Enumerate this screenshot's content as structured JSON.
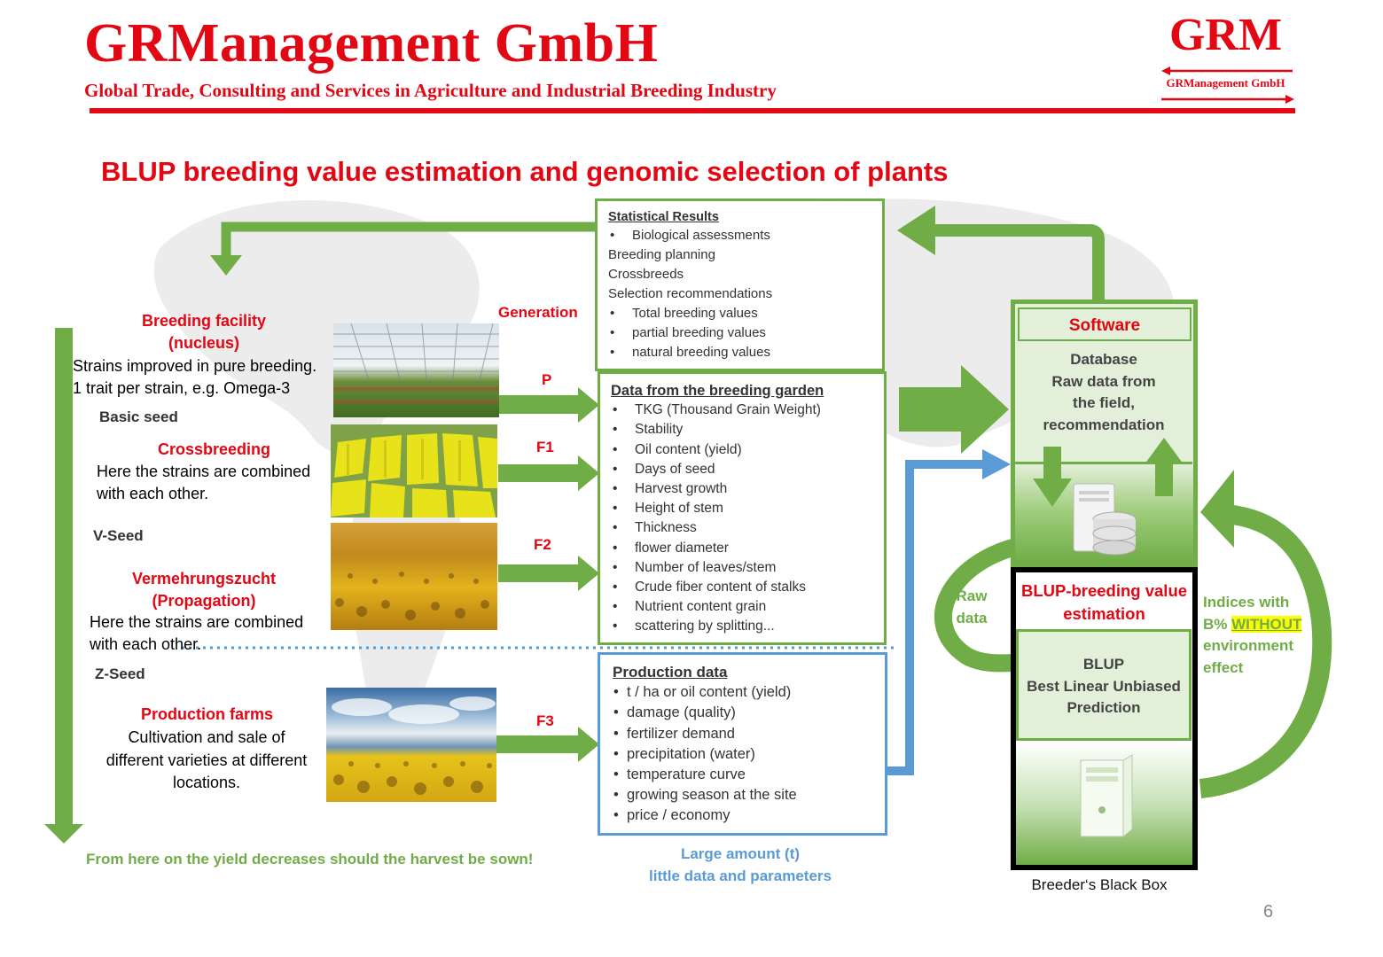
{
  "header": {
    "company": "GRManagement GmbH",
    "tagline": "Global Trade, Consulting and Services in Agriculture and Industrial Breeding Industry",
    "logo_text": "GRM",
    "logo_sub": "GRManagement GmbH"
  },
  "title": "BLUP breeding value estimation and genomic selection of plants",
  "left": {
    "breeding_facility": [
      "Breeding facility",
      "(nucleus)"
    ],
    "strains_pure": [
      "Strains improved in pure breeding.",
      "1 trait per strain, e.g. Omega-3"
    ],
    "basic_seed": "Basic seed",
    "crossbreeding": "Crossbreeding",
    "crossbreeding_desc": [
      "Here the strains are combined",
      "with each other."
    ],
    "v_seed": "V-Seed",
    "vermehrung": [
      "Vermehrungszucht",
      "(Propagation)"
    ],
    "vermehrung_desc": [
      "Here the strains are combined",
      "with each other."
    ],
    "z_seed": "Z-Seed",
    "production_farms": "Production farms",
    "production_desc": [
      "Cultivation and sale of",
      "different varieties at different",
      "locations."
    ],
    "footer_note": "From here on the yield decreases should the harvest be sown!"
  },
  "generation": {
    "label": "Generation",
    "p": "P",
    "f1": "F1",
    "f2": "F2",
    "f3": "F3"
  },
  "statistical": {
    "heading": "Statistical Results",
    "items": [
      {
        "text": "Biological assessments",
        "bullet": true
      },
      {
        "text": "Breeding planning",
        "bullet": false
      },
      {
        "text": "Crossbreeds",
        "bullet": false
      },
      {
        "text": "Selection recommendations",
        "bullet": false
      },
      {
        "text": "Total breeding values",
        "bullet": true
      },
      {
        "text": "partial breeding values",
        "bullet": true
      },
      {
        "text": "natural breeding values",
        "bullet": true
      }
    ]
  },
  "garden": {
    "heading": "Data from the breeding garden",
    "items": [
      "TKG (Thousand Grain Weight)",
      "Stability",
      "Oil content (yield)",
      "Days of seed",
      "Harvest growth",
      "Height of stem",
      "Thickness",
      "flower diameter",
      "Number of leaves/stem",
      "Crude fiber content of stalks",
      "Nutrient content grain",
      "scattering by splitting..."
    ]
  },
  "production": {
    "heading": "Production data",
    "items": [
      "t / ha or oil content (yield)",
      "damage (quality)",
      "fertilizer demand",
      "precipitation (water)",
      "temperature curve",
      "growing season at the site",
      "price / economy"
    ],
    "note": [
      "Large amount (t)",
      "little data and parameters"
    ]
  },
  "software": {
    "title": "Software",
    "database": [
      "Database",
      "Raw data from",
      "the field,",
      "recommendation"
    ]
  },
  "blup": {
    "title": [
      "BLUP-breeding value",
      "estimation"
    ],
    "inner": [
      "BLUP",
      "Best Linear Unbiased",
      "Prediction"
    ],
    "caption": "Breeder‘s Black Box"
  },
  "raw_data": [
    "Raw",
    "data"
  ],
  "indices": {
    "line1": "Indices with",
    "line2_prefix": "B% ",
    "line2_highlight": "WITHOUT",
    "line3": "environment",
    "line4": "effect"
  },
  "page_number": "6",
  "colors": {
    "red": "#e30613",
    "green": "#70ad47",
    "blue": "#5b9bd5",
    "highlight": "#ffff00"
  }
}
